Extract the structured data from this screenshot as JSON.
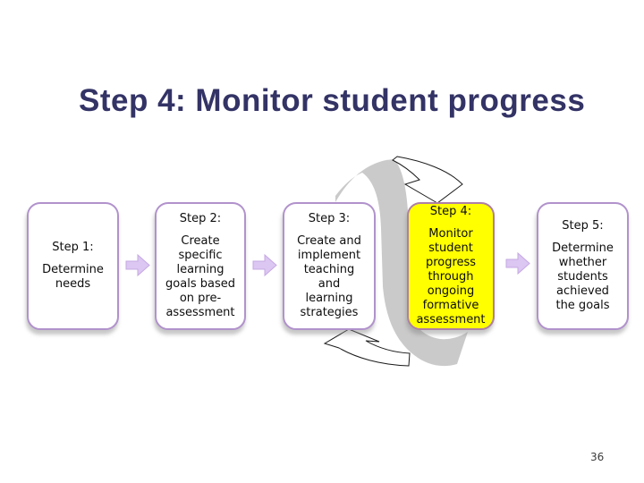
{
  "slide": {
    "title": "Step 4: Monitor student progress",
    "page_number": "36"
  },
  "diagram": {
    "type": "process-flow-with-cycle",
    "boxes": [
      {
        "heading": "Step 1:",
        "body": "Determine\nneeds",
        "highlighted": false
      },
      {
        "heading": "Step 2:",
        "body": "Create\nspecific\nlearning\ngoals based\non pre-\nassessment",
        "highlighted": false
      },
      {
        "heading": "Step 3:",
        "body": "Create and\nimplement\nteaching\nand\nlearning\nstrategies",
        "highlighted": false
      },
      {
        "heading": "Step 4:",
        "body": "Monitor\nstudent\nprogress\nthrough\nongoing\nformative\nassessment",
        "highlighted": true
      },
      {
        "heading": "Step 5:",
        "body": "Determine\nwhether\nstudents\nachieved\nthe goals",
        "highlighted": false
      }
    ],
    "connector_arrow_icon": "right-block-arrow",
    "cycle_arrows": [
      "curved-arrow-down-right",
      "curved-arrow-up-left"
    ]
  },
  "colors": {
    "background": "#ffffff",
    "title_text": "#333366",
    "box_border": "#b192cc",
    "box_fill": "#ffffff",
    "highlight_fill": "#ffff00",
    "highlight_border": "#ae7fa4",
    "connector_arrow_fill": "#dcc6f2",
    "connector_arrow_stroke": "#c5a9e3",
    "cycle_band_gray": "#cacaca",
    "box_text": "#0d0d0d",
    "page_number_text": "#3c3c3c"
  }
}
